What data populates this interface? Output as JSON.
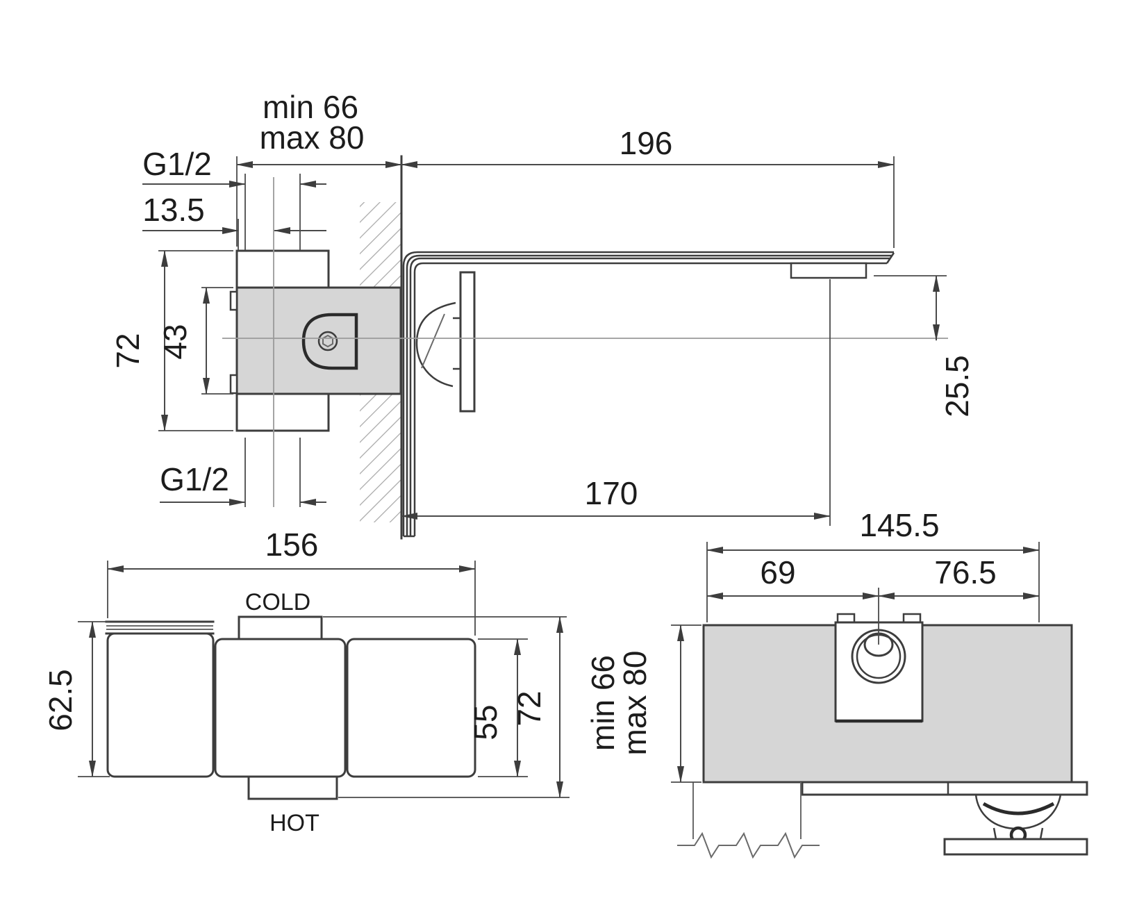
{
  "drawing_title": "wall-mounted-mixer-dimension-drawing",
  "colors": {
    "line": "#3d3d3d",
    "dimension_line": "#4a4a4a",
    "body_fill": "#d6d6d6",
    "hatch": "#a8a8a8",
    "centerline": "#9a9a9a",
    "text": "#1c1c1c",
    "background": "#ffffff"
  },
  "side_view": {
    "wall_depth_min": "min 66",
    "wall_depth_max": "max 80",
    "thread_top": "G1/2",
    "offset_13_5": "13.5",
    "spout_length": "196",
    "body_height": "72",
    "cartridge_height": "43",
    "spout_drop": "25.5",
    "spout_reach": "170",
    "thread_bottom": "G1/2"
  },
  "front_view": {
    "overall_width": "156",
    "cold_label": "COLD",
    "hot_label": "HOT",
    "left_height": "62.5",
    "handle_height": "55",
    "overall_height": "72"
  },
  "plan_view": {
    "overall_width": "145.5",
    "left_span": "69",
    "right_span": "76.5",
    "wall_depth_min": "min 66",
    "wall_depth_max": "max 80"
  }
}
